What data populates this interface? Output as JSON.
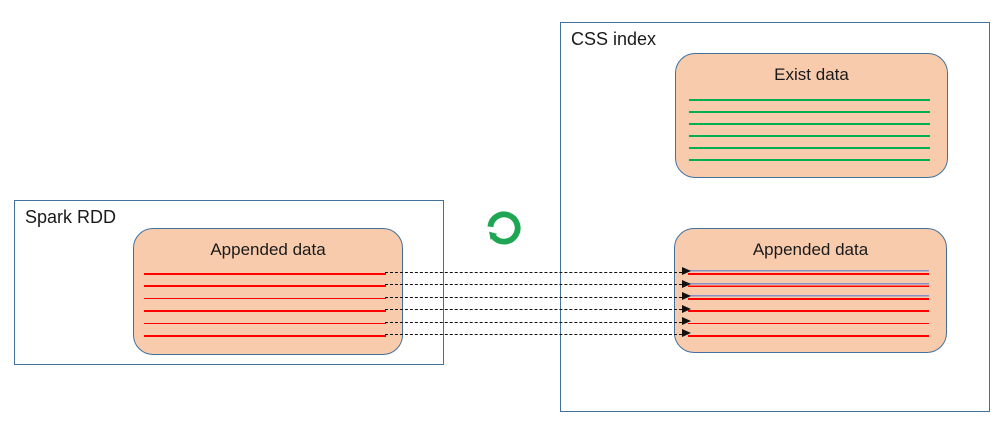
{
  "colors": {
    "peach": "#F8CBAD",
    "box-border": "#41719C",
    "outer-border": "#41719C",
    "red-line": "#FF0000",
    "green-line": "#00B050",
    "merged-line": "#8491C8",
    "icon-green": "#1FA653",
    "dash": "#111111",
    "text": "#1a1a1a"
  },
  "diagram": {
    "spark_group": {
      "label": "Spark RDD",
      "appended_box": {
        "title": "Appended data",
        "line_count": 6,
        "line_color": "#FF0000"
      }
    },
    "css_group": {
      "label": "CSS index",
      "exist_box": {
        "title": "Exist data",
        "line_count": 6,
        "line_color": "#00B050"
      },
      "appended_box": {
        "title": "Appended data",
        "line_count": 6,
        "merged_line_count": 3,
        "line_color": "#FF0000",
        "merged_overlay_color": "#8491C8"
      }
    },
    "connectors": {
      "count": 6,
      "style": "black dashed arrows",
      "direction": "left appended data to right appended data"
    },
    "sync_icon": {
      "name": "sync-icon",
      "color": "#1FA653",
      "shape": "circular refresh arrow"
    }
  }
}
